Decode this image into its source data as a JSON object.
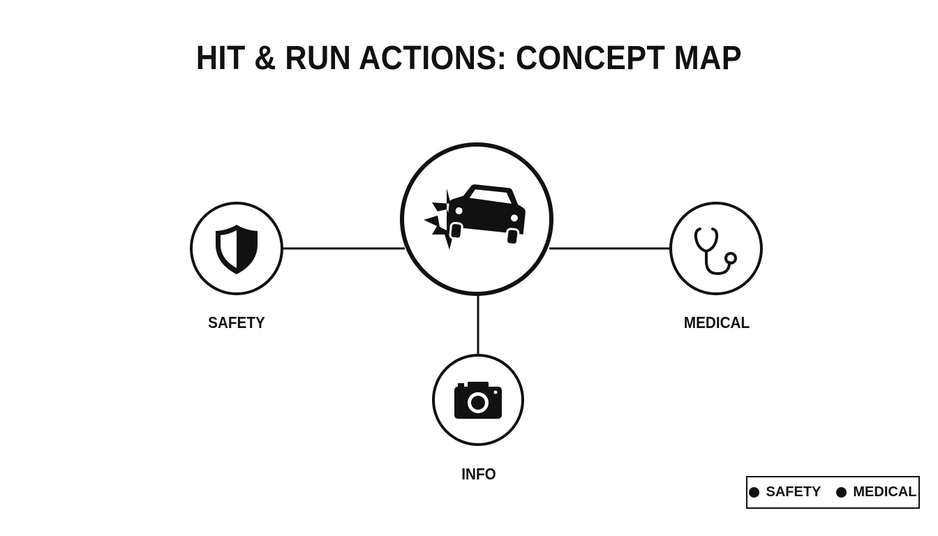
{
  "title": "HIT & RUN ACTIONS: CONCEPT MAP",
  "nodes": {
    "center": {
      "icon": "car-crash-icon"
    },
    "safety": {
      "label": "SAFETY",
      "icon": "shield-icon"
    },
    "medical": {
      "label": "MEDICAL",
      "icon": "stethoscope-icon"
    },
    "info": {
      "label": "INFO",
      "icon": "camera-icon"
    }
  },
  "legend": {
    "items": [
      {
        "label": "SAFETY",
        "color": "#111111"
      },
      {
        "label": "MEDICAL",
        "color": "#111111"
      }
    ]
  }
}
